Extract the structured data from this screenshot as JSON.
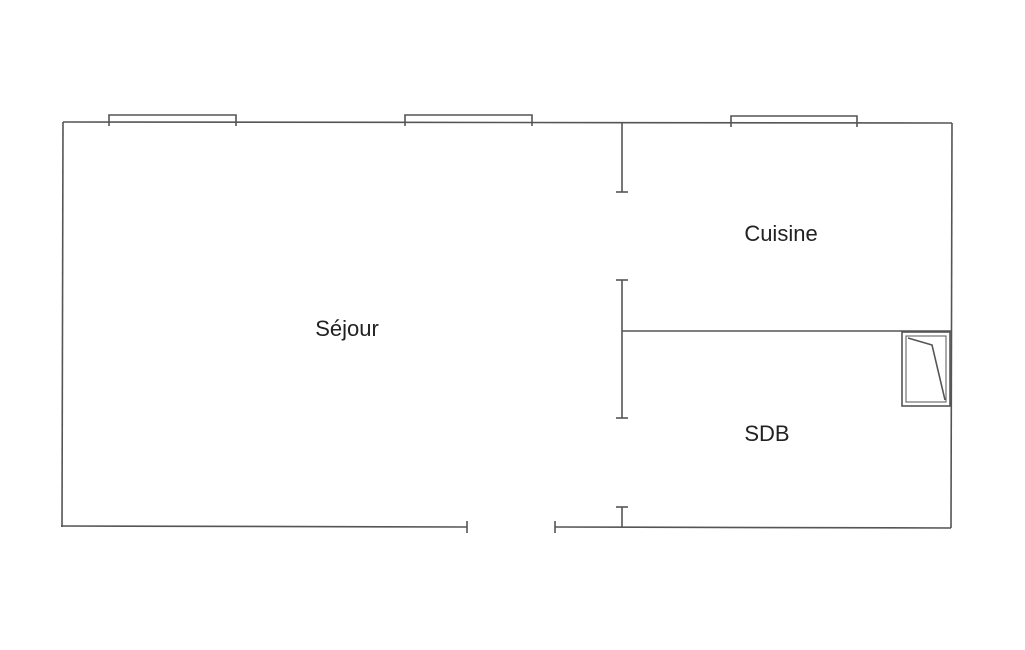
{
  "rooms": {
    "sejour": "Séjour",
    "cuisine": "Cuisine",
    "sdb": "SDB"
  },
  "colors": {
    "line": "#555555",
    "text": "#222222",
    "background": "#ffffff"
  }
}
